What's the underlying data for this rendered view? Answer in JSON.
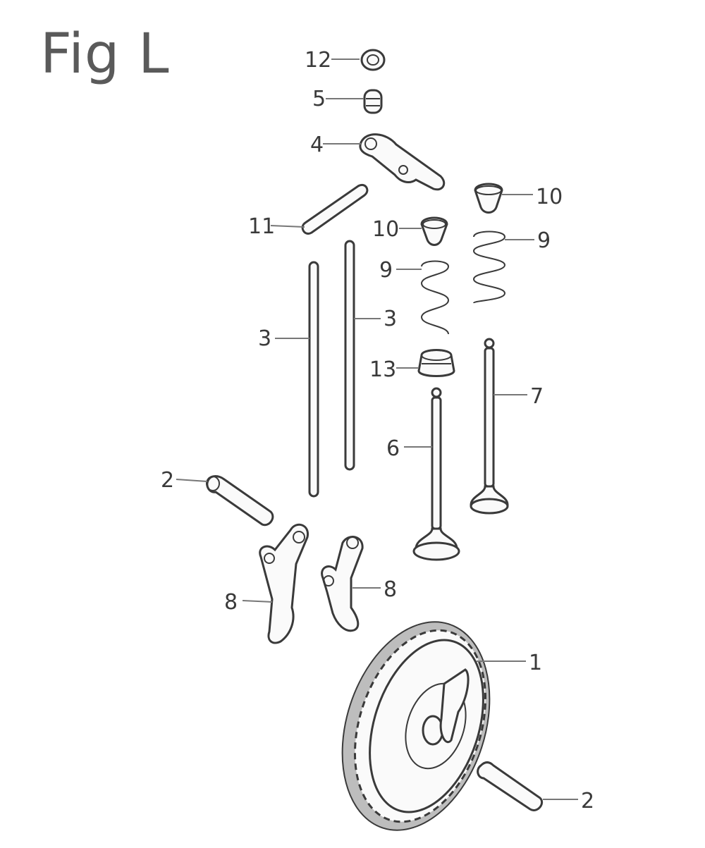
{
  "title": "Fig L",
  "callouts": {
    "c12": "12",
    "c5": "5",
    "c4": "4",
    "c11": "11",
    "c10a": "10",
    "c10b": "10",
    "c9a": "9",
    "c9b": "9",
    "c3a": "3",
    "c3b": "3",
    "c13": "13",
    "c7": "7",
    "c6": "6",
    "c2a": "2",
    "c2b": "2",
    "c8a": "8",
    "c8b": "8",
    "c1": "1"
  }
}
